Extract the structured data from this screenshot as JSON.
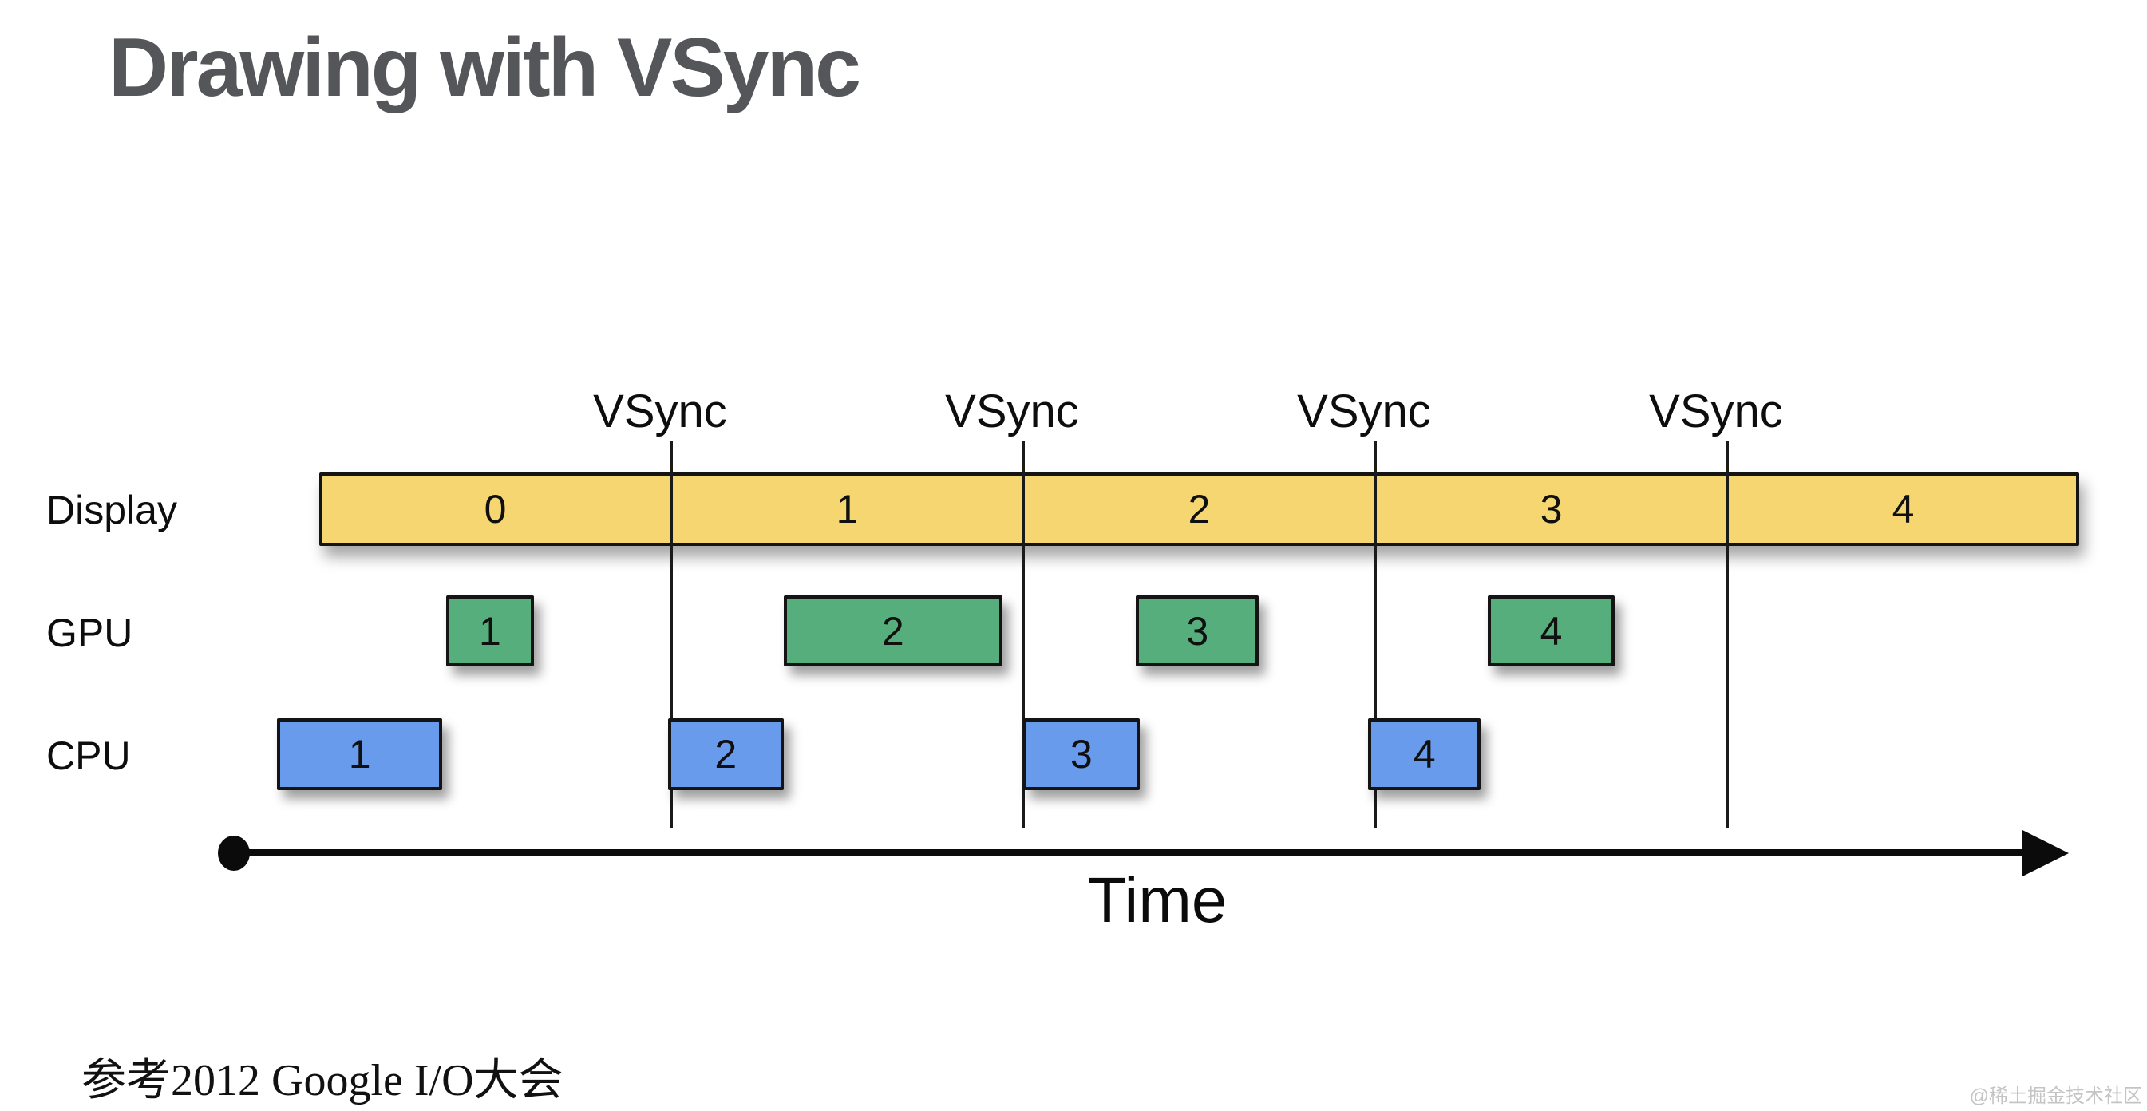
{
  "slide": {
    "title": "Drawing with VSync",
    "footer_reference": "参考2012 Google I/O大会",
    "watermark": "@稀土掘金技术社区",
    "background_color": "#ffffff",
    "title_color": "#55565a"
  },
  "diagram": {
    "vsync_label": "VSync",
    "time_axis_label": "Time",
    "vsync_times": [
      1,
      2,
      3,
      4
    ],
    "colors": {
      "display_bar": "#f5d671",
      "gpu_box": "#56ae7d",
      "cpu_box": "#699bed",
      "line": "#1a1a1a",
      "text": "#0d0d0d"
    },
    "rows": [
      {
        "id": "display",
        "label": "Display",
        "type": "bar",
        "color": "#f5d671",
        "segments": [
          {
            "label": "0",
            "start": 0,
            "end": 1
          },
          {
            "label": "1",
            "start": 1,
            "end": 2
          },
          {
            "label": "2",
            "start": 2,
            "end": 3
          },
          {
            "label": "3",
            "start": 3,
            "end": 4
          },
          {
            "label": "4",
            "start": 4,
            "end": 5
          }
        ]
      },
      {
        "id": "gpu",
        "label": "GPU",
        "type": "boxes",
        "color": "#56ae7d",
        "boxes": [
          {
            "label": "1",
            "start": 0.36,
            "end": 0.61
          },
          {
            "label": "2",
            "start": 1.32,
            "end": 1.94
          },
          {
            "label": "3",
            "start": 2.32,
            "end": 2.67
          },
          {
            "label": "4",
            "start": 3.32,
            "end": 3.68
          }
        ]
      },
      {
        "id": "cpu",
        "label": "CPU",
        "type": "boxes",
        "color": "#699bed",
        "boxes": [
          {
            "label": "1",
            "start": -0.12,
            "end": 0.35
          },
          {
            "label": "2",
            "start": 0.99,
            "end": 1.32
          },
          {
            "label": "3",
            "start": 2.0,
            "end": 2.33
          },
          {
            "label": "4",
            "start": 2.98,
            "end": 3.3
          }
        ]
      }
    ]
  }
}
